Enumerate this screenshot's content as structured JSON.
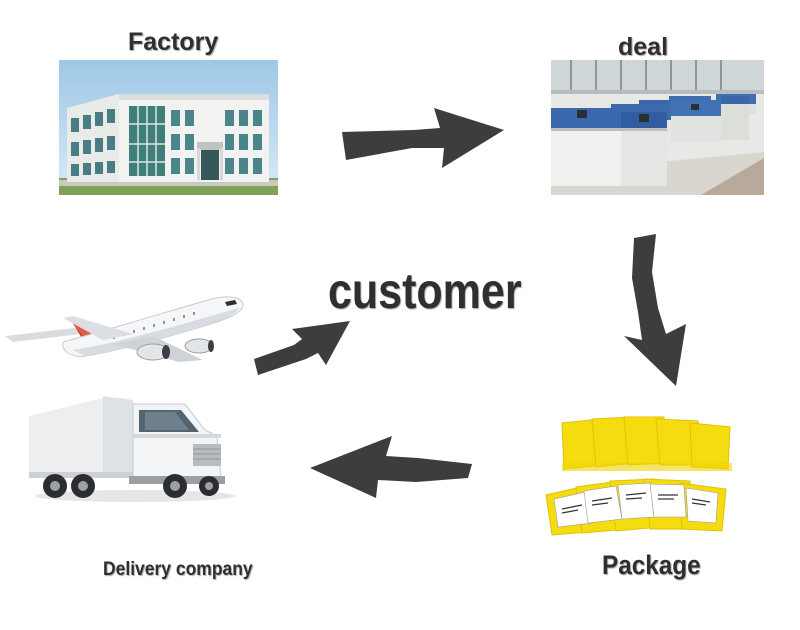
{
  "labels": {
    "factory": "Factory",
    "deal": "deal",
    "center": "customer",
    "package": "Package",
    "delivery": "Delivery company"
  },
  "icons": {
    "factory": "factory-building-photo",
    "deal": "office-cubicles-photo",
    "airplane": "airplane-photo",
    "truck": "delivery-truck-photo",
    "package": "yellow-envelopes-photo",
    "arrows": "flow-arrow-icon"
  },
  "colors": {
    "arrow": "#3d3d3d",
    "label": "#2f2f2f",
    "envelope": "#f5dc10"
  }
}
